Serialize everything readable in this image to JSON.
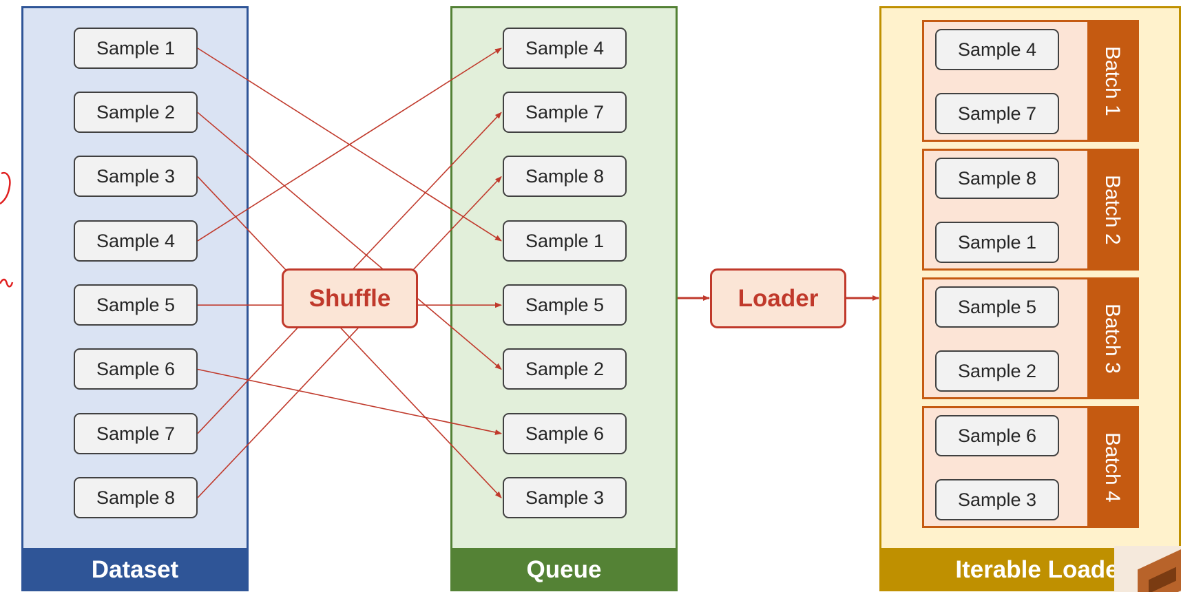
{
  "dataset": {
    "title": "Dataset",
    "samples": [
      "Sample 1",
      "Sample 2",
      "Sample 3",
      "Sample 4",
      "Sample 5",
      "Sample 6",
      "Sample 7",
      "Sample 8"
    ]
  },
  "queue": {
    "title": "Queue",
    "samples": [
      "Sample 4",
      "Sample 7",
      "Sample 8",
      "Sample 1",
      "Sample 5",
      "Sample 2",
      "Sample 6",
      "Sample 3"
    ]
  },
  "shuffle_label": "Shuffle",
  "loader_label": "Loader",
  "iterable_loader": {
    "title": "Iterable Loade",
    "batches": [
      {
        "label": "Batch 1",
        "samples": [
          "Sample 4",
          "Sample 7"
        ]
      },
      {
        "label": "Batch 2",
        "samples": [
          "Sample 8",
          "Sample 1"
        ]
      },
      {
        "label": "Batch 3",
        "samples": [
          "Sample 5",
          "Sample 2"
        ]
      },
      {
        "label": "Batch 4",
        "samples": [
          "Sample 6",
          "Sample 3"
        ]
      }
    ]
  },
  "colors": {
    "dataset_fill": "#dae3f3",
    "dataset_border": "#2f5597",
    "queue_fill": "#e2efda",
    "queue_border": "#548235",
    "loader_fill": "#fff2cc",
    "loader_border": "#bf9000",
    "batch_fill": "#fce4d6",
    "batch_accent": "#c55a11",
    "arrow": "#c0392b"
  },
  "connections": [
    {
      "from": "Sample 1",
      "to": "Sample 1"
    },
    {
      "from": "Sample 2",
      "to": "Sample 2"
    },
    {
      "from": "Sample 3",
      "to": "Sample 3"
    },
    {
      "from": "Sample 4",
      "to": "Sample 4"
    },
    {
      "from": "Sample 5",
      "to": "Sample 5"
    },
    {
      "from": "Sample 6",
      "to": "Sample 6"
    },
    {
      "from": "Sample 7",
      "to": "Sample 7"
    },
    {
      "from": "Sample 8",
      "to": "Sample 8"
    }
  ]
}
